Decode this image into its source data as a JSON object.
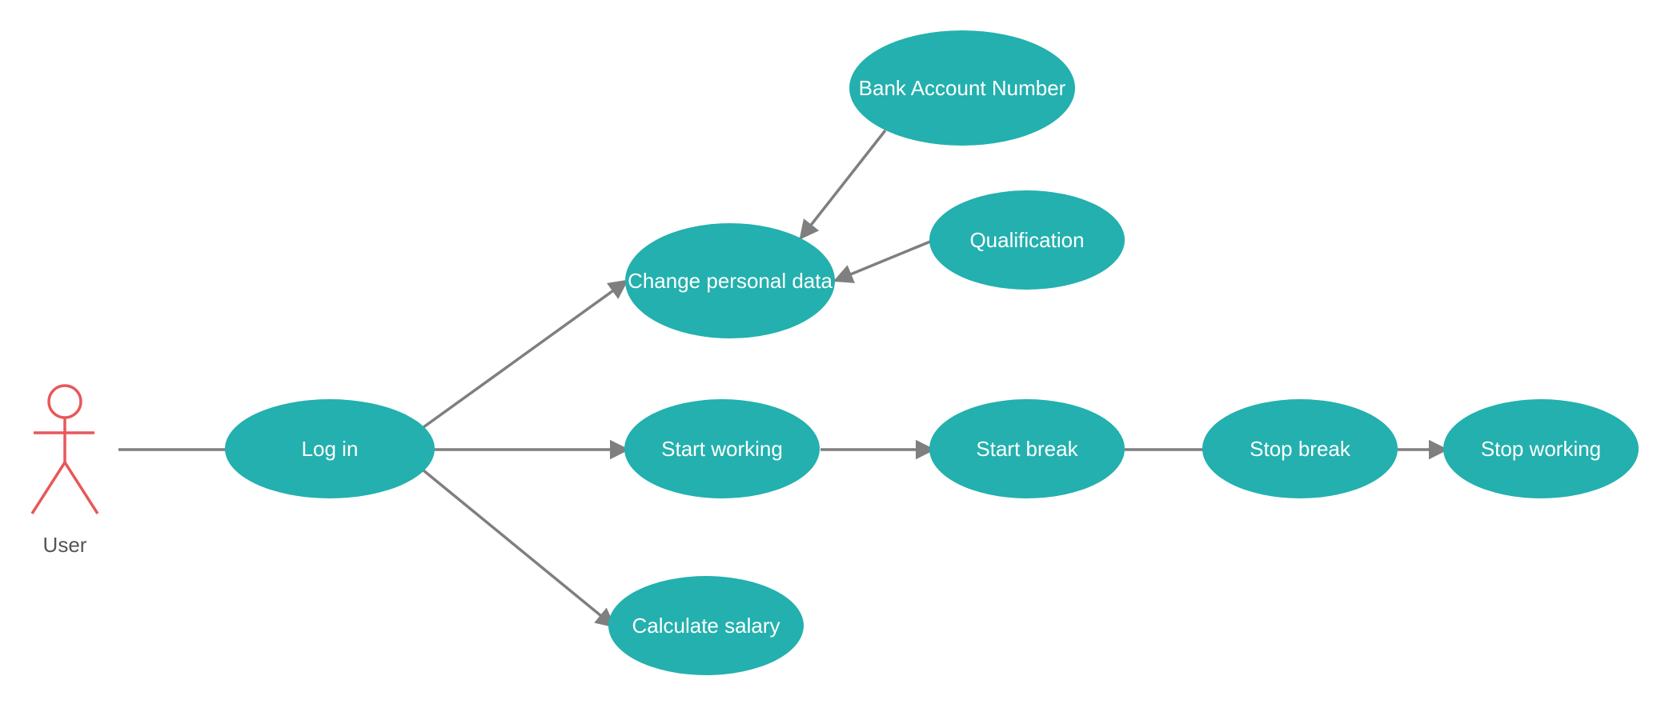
{
  "diagram": {
    "actor": {
      "label": "User"
    },
    "use_cases": {
      "bank_account_number": "Bank Account Number",
      "qualification": "Qualification",
      "change_personal_data": "Change personal data",
      "log_in": "Log in",
      "start_working": "Start working",
      "start_break": "Start break",
      "stop_break": "Stop break",
      "stop_working": "Stop working",
      "calculate_salary": "Calculate salary"
    },
    "colors": {
      "use_case_fill": "#23b0ae",
      "use_case_text": "#ffffff",
      "connector": "#7f7f7f",
      "actor": "#e8575a",
      "actor_text": "#555555"
    },
    "connections": [
      {
        "from": "actor",
        "to": "log_in",
        "arrow": false
      },
      {
        "from": "log_in",
        "to": "change_personal_data",
        "arrow": true
      },
      {
        "from": "log_in",
        "to": "start_working",
        "arrow": true
      },
      {
        "from": "log_in",
        "to": "calculate_salary",
        "arrow": true
      },
      {
        "from": "bank_account_number",
        "to": "change_personal_data",
        "arrow": true
      },
      {
        "from": "qualification",
        "to": "change_personal_data",
        "arrow": true
      },
      {
        "from": "start_working",
        "to": "start_break",
        "arrow": true
      },
      {
        "from": "start_break",
        "to": "stop_break",
        "arrow": false
      },
      {
        "from": "stop_break",
        "to": "stop_working",
        "arrow": true
      }
    ]
  }
}
